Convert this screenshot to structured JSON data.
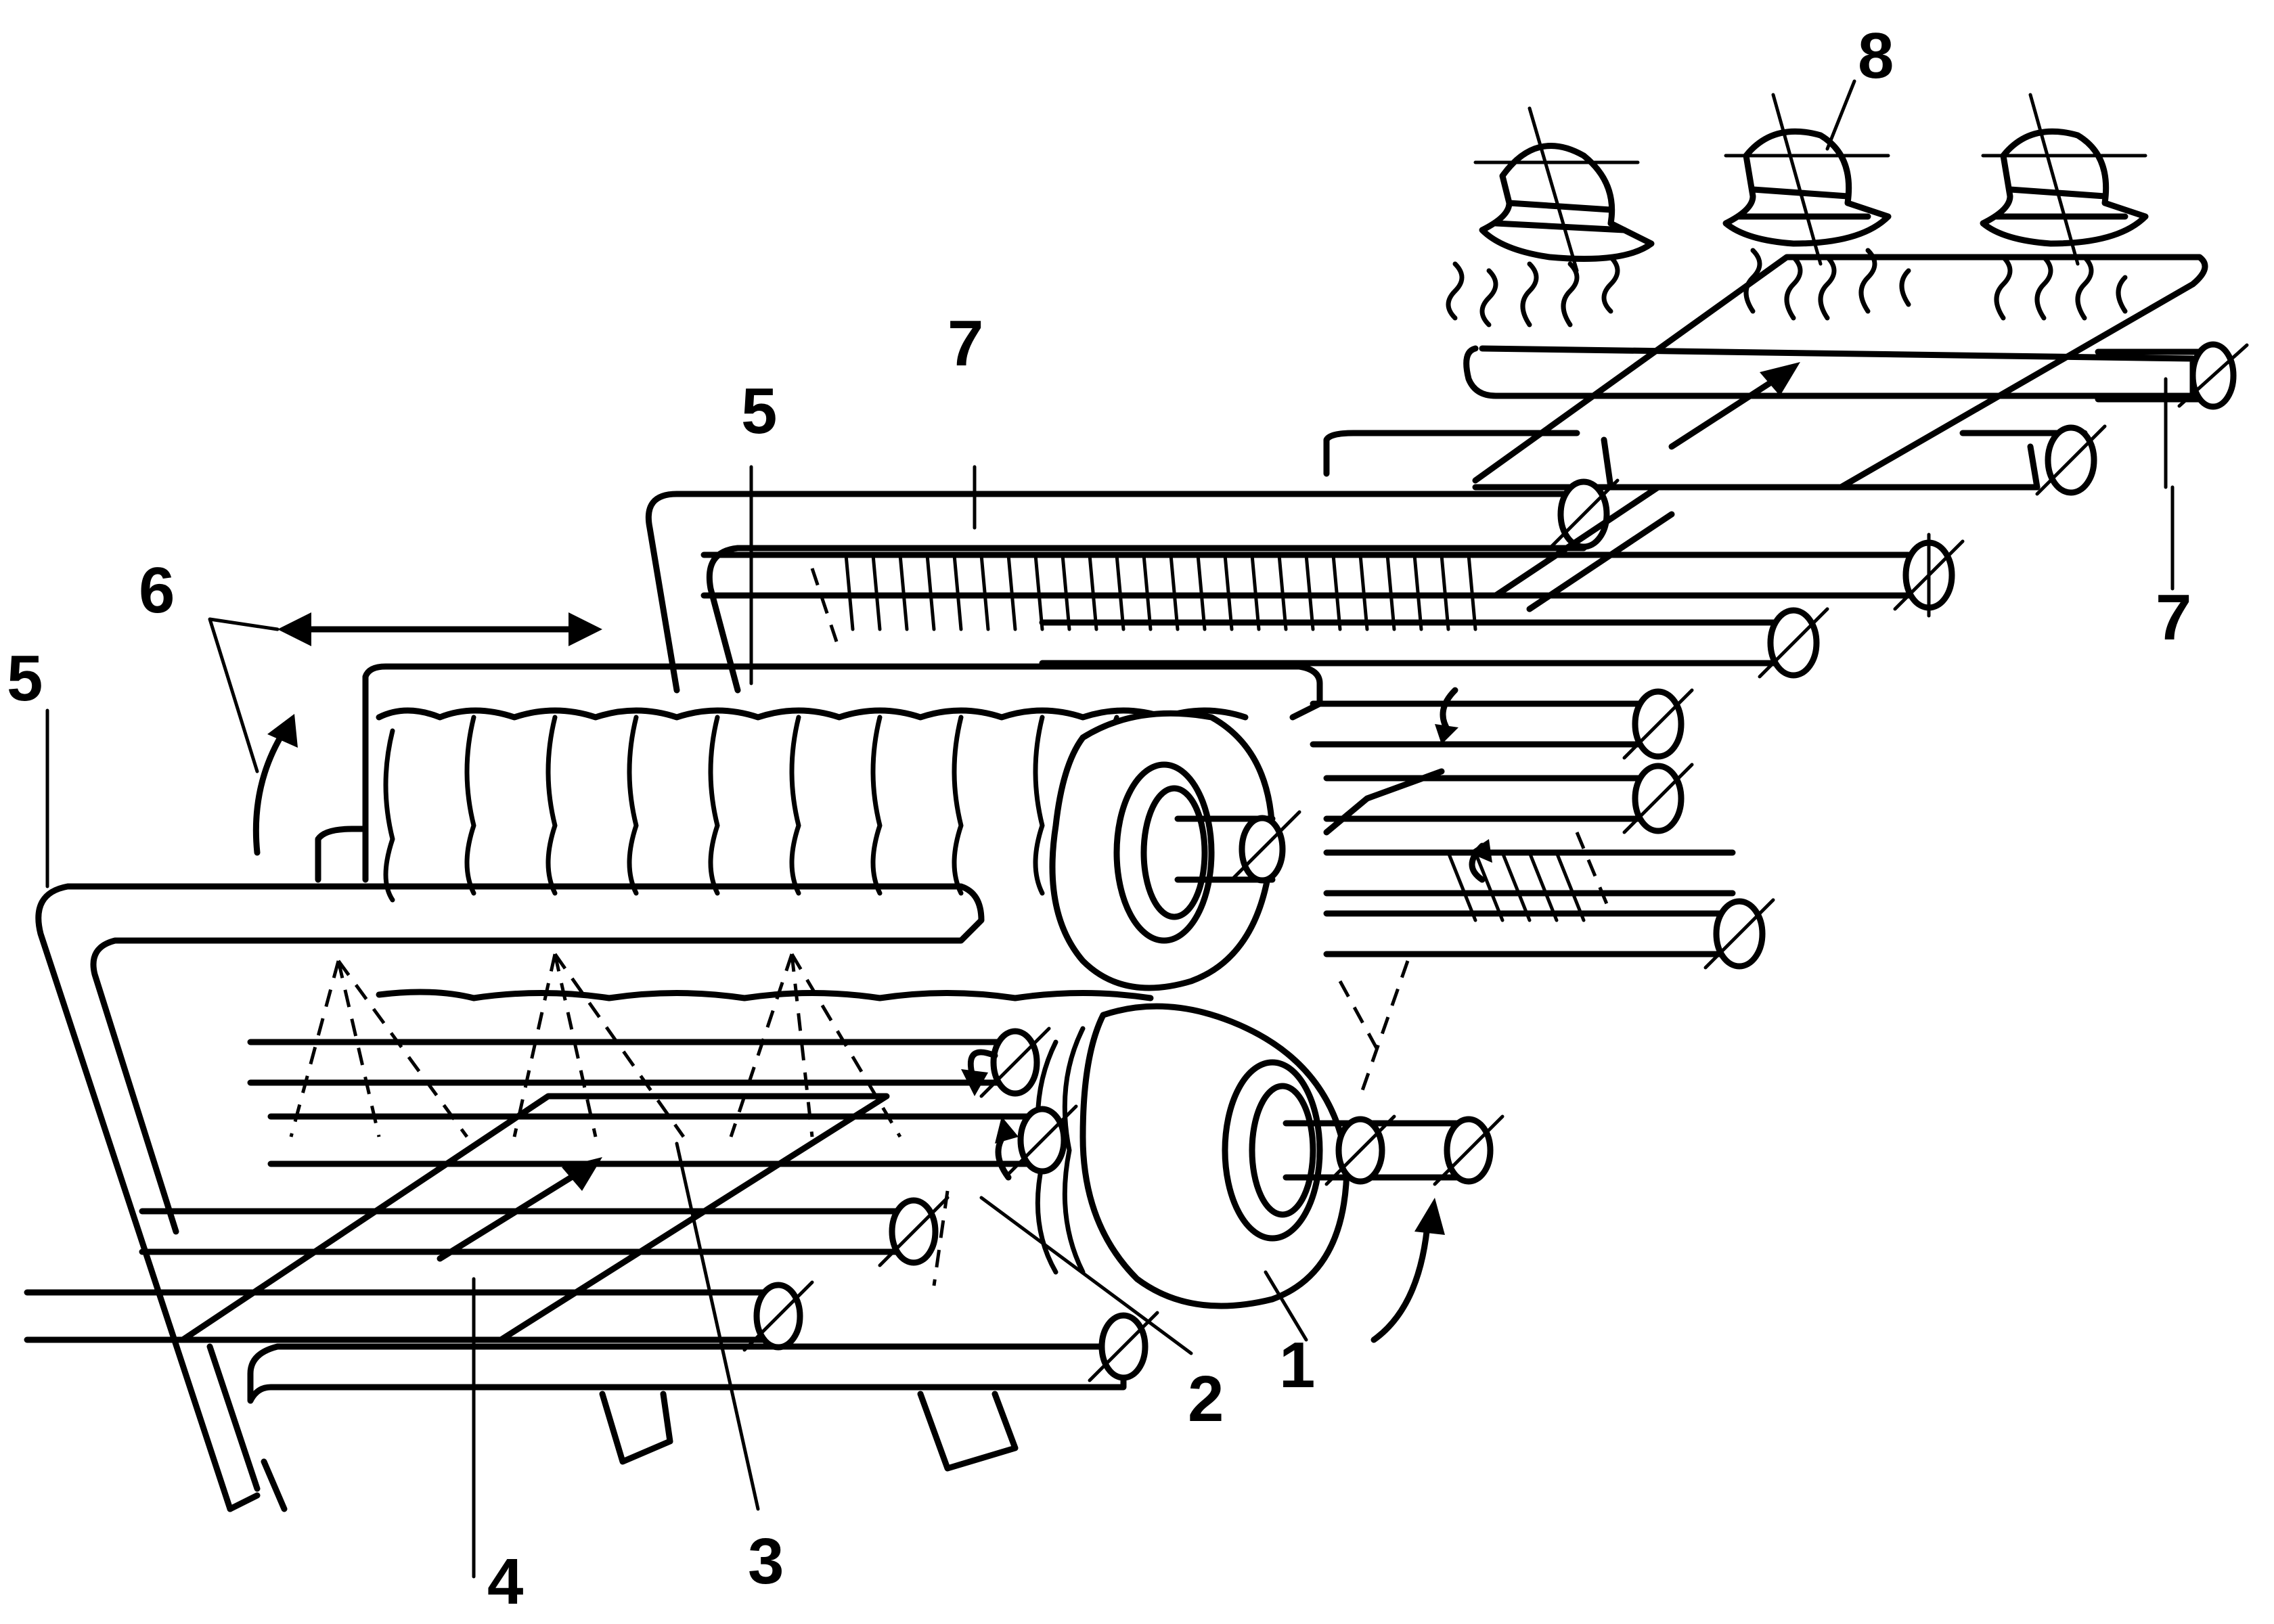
{
  "figure": {
    "callouts": [
      {
        "id": "1",
        "text": "1"
      },
      {
        "id": "2",
        "text": "2"
      },
      {
        "id": "3",
        "text": "3"
      },
      {
        "id": "4",
        "text": "4"
      },
      {
        "id": "5a",
        "text": "5"
      },
      {
        "id": "5b",
        "text": "5"
      },
      {
        "id": "6",
        "text": "6"
      },
      {
        "id": "7a",
        "text": "7"
      },
      {
        "id": "7b",
        "text": "7"
      },
      {
        "id": "8",
        "text": "8"
      }
    ]
  }
}
